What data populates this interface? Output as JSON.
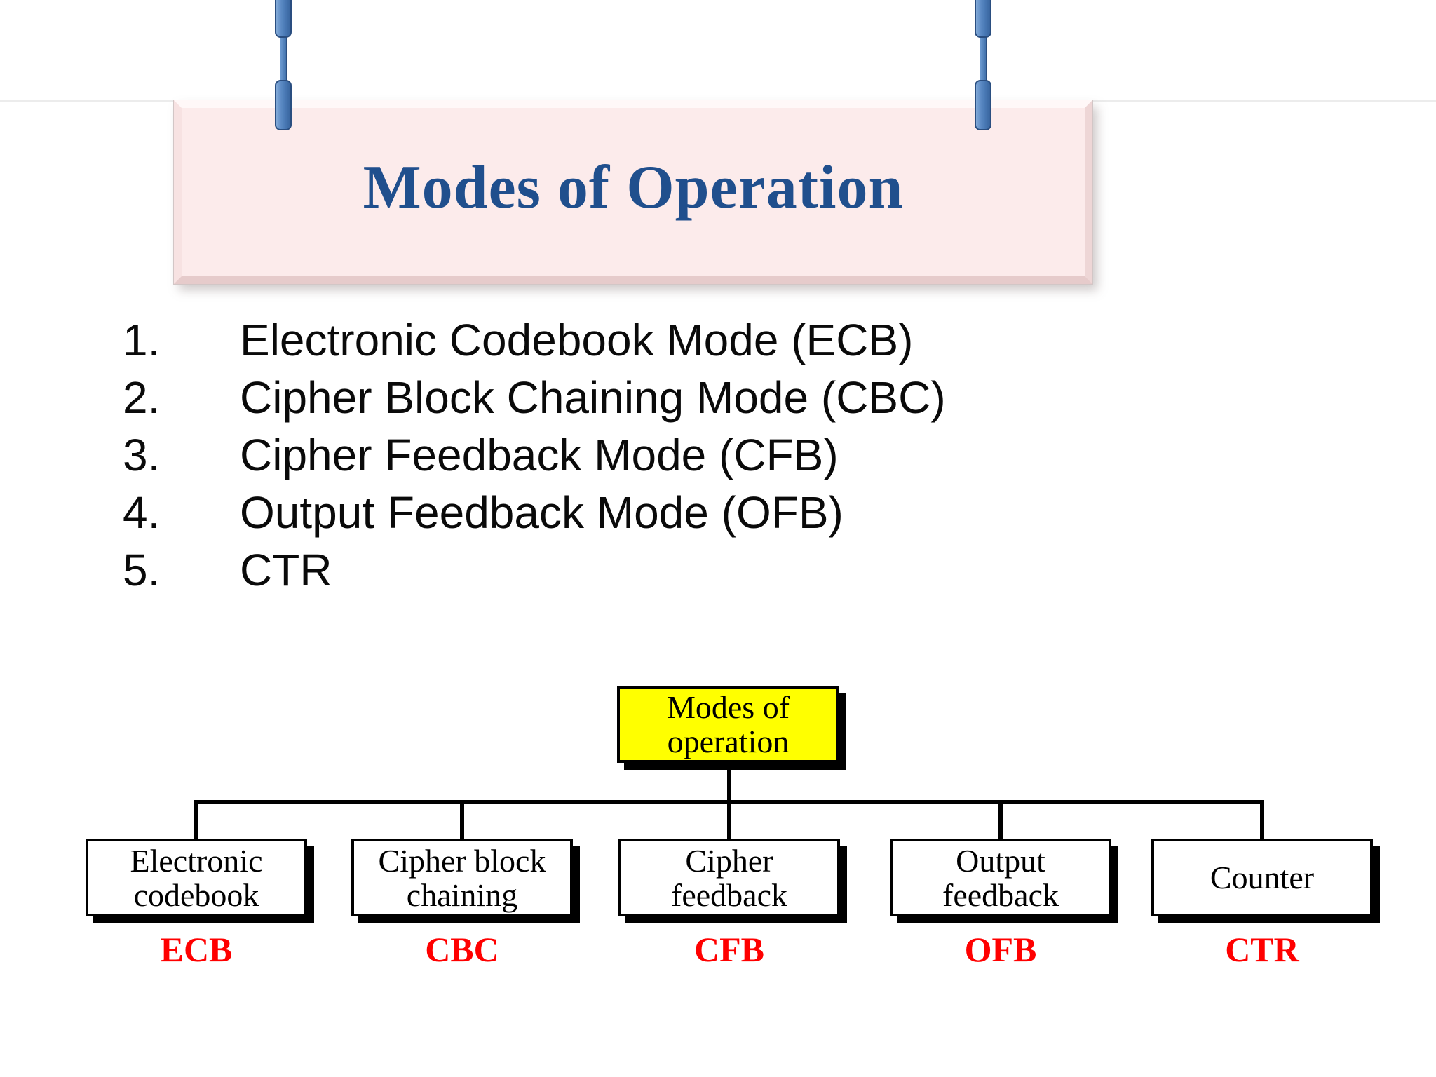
{
  "slide": {
    "title": "Modes of Operation"
  },
  "list": {
    "items": [
      {
        "number": "1.",
        "label": "Electronic Codebook Mode (ECB)"
      },
      {
        "number": "2.",
        "label": "Cipher Block Chaining Mode (CBC)"
      },
      {
        "number": "3.",
        "label": "Cipher Feedback Mode (CFB)"
      },
      {
        "number": "4.",
        "label": "Output Feedback Mode (OFB)"
      },
      {
        "number": "5.",
        "label": "CTR"
      }
    ]
  },
  "diagram": {
    "root": {
      "line1": "Modes of",
      "line2": "operation"
    },
    "children": [
      {
        "line1": "Electronic",
        "line2": "codebook",
        "abbr": "ECB"
      },
      {
        "line1": "Cipher block",
        "line2": "chaining",
        "abbr": "CBC"
      },
      {
        "line1": "Cipher",
        "line2": "feedback",
        "abbr": "CFB"
      },
      {
        "line1": "Output",
        "line2": "feedback",
        "abbr": "OFB"
      },
      {
        "line1": "Counter",
        "line2": "",
        "abbr": "CTR"
      }
    ]
  },
  "colors": {
    "title_text": "#204f8d",
    "banner_fill": "#fcebeb",
    "root_node_fill": "#ffff00",
    "node_border": "#000000",
    "abbr_text": "#ff0000",
    "pin_fill": "#4a7cba",
    "list_text": "#0a0a0a"
  }
}
